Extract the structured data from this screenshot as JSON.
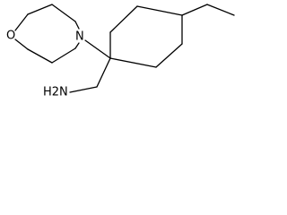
{
  "molecule": {
    "atoms": [
      {
        "label": "O"
      },
      {
        "label": "N"
      },
      {
        "label": "H2N"
      }
    ]
  }
}
